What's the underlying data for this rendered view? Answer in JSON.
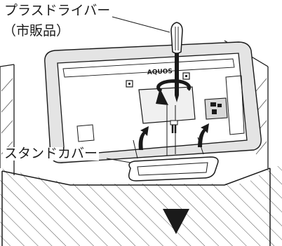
{
  "labels": {
    "screwdriver": "プラスドライバー",
    "store_bought": "（市販品）",
    "stand_cover": "スタンドカバー"
  },
  "brand": "AQUOS",
  "colors": {
    "line": "#1a1a1a",
    "tv_shadow": "#e4e4e4",
    "hatch": "#555555",
    "background": "#ffffff"
  },
  "icons": {
    "rotation": "clockwise-arrow-icon",
    "direction": "down-triangle-icon"
  }
}
